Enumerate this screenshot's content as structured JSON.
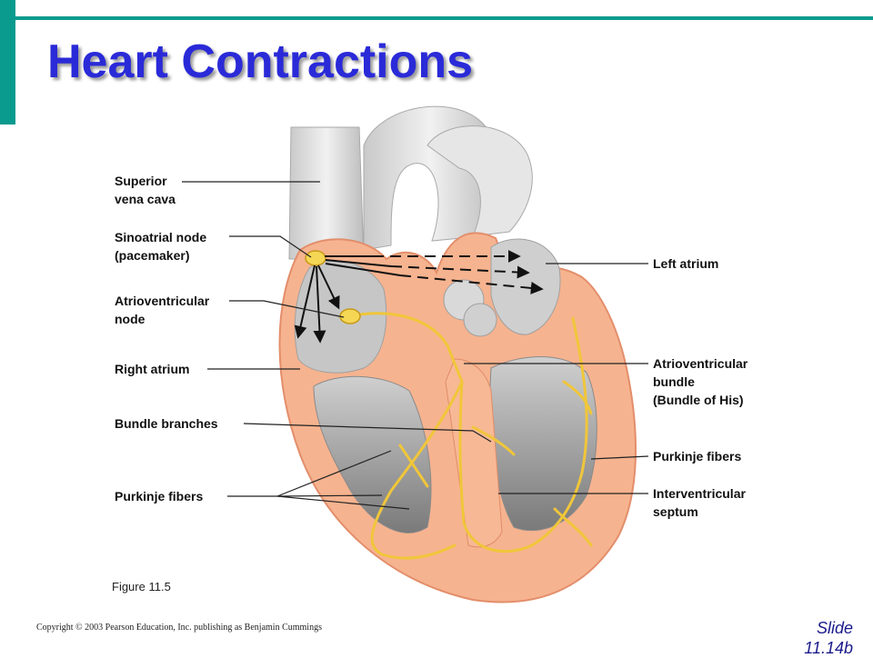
{
  "slide": {
    "title": "Heart Contractions",
    "figure_label": "Figure 11.5",
    "copyright": "Copyright © 2003 Pearson Education, Inc. publishing as Benjamin Cummings",
    "slide_number_line1": "Slide",
    "slide_number_line2": "11.14b"
  },
  "diagram": {
    "labels": {
      "superior_vena_cava": [
        "Superior",
        "vena cava"
      ],
      "sinoatrial_node": [
        "Sinoatrial node",
        "(pacemaker)"
      ],
      "atrioventricular_node": [
        "Atrioventricular",
        "node"
      ],
      "right_atrium": [
        "Right atrium"
      ],
      "bundle_branches": [
        "Bundle branches"
      ],
      "purkinje_fibers_left": [
        "Purkinje fibers"
      ],
      "left_atrium": [
        "Left atrium"
      ],
      "av_bundle": [
        "Atrioventricular",
        "bundle",
        "(Bundle of His)"
      ],
      "purkinje_fibers_right": [
        "Purkinje fibers"
      ],
      "interventricular_septum": [
        "Interventricular",
        "septum"
      ]
    },
    "colors": {
      "accent": "#0b9a8e",
      "title": "#2a2ad8",
      "myocardium": "#f6b38f",
      "conduction": "#f0c63a",
      "chamber": "#8f8f8f",
      "vessel": "#e2e2e2"
    }
  }
}
